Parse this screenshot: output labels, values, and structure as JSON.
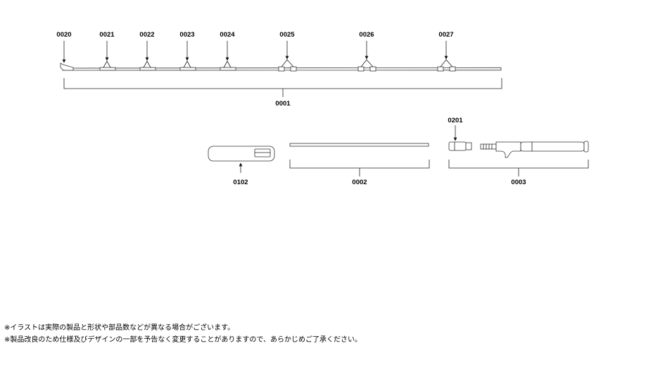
{
  "callouts": {
    "tip": "0020",
    "g1": "0021",
    "g2": "0022",
    "g3": "0023",
    "g4": "0024",
    "g5": "0025",
    "g6": "0026",
    "g7": "0027",
    "rod_tip": "0001",
    "cap": "0102",
    "rod_butt": "0002",
    "handle": "0003",
    "handle_cap": "0201"
  },
  "notes": [
    "※イラストは実際の製品と形状や部品数などが異なる場合がございます。",
    "※製品改良のため仕様及びデザインの一部を予告なく変更することがありますので、あらかじめご了承ください。"
  ]
}
